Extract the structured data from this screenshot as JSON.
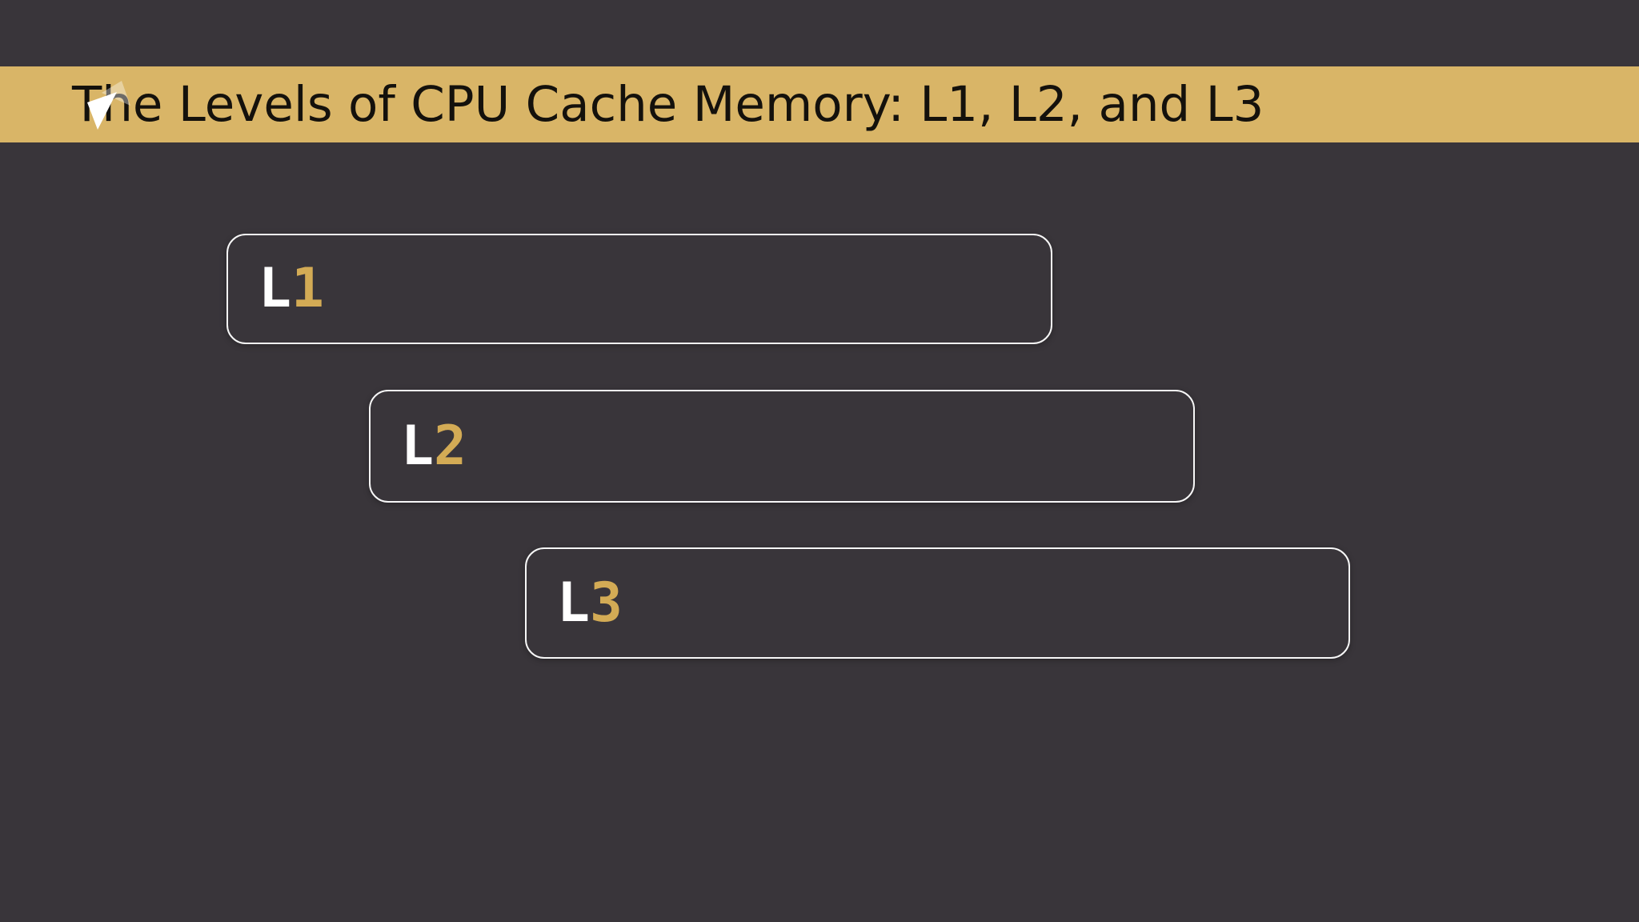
{
  "app": {
    "background_color": "#39353a"
  },
  "title_bar": {
    "text": "The Levels of CPU Cache Memory: L1, L2, and L3",
    "background_color": "#d9b567",
    "text_color": "#14110c"
  },
  "diagram": {
    "boxes": [
      {
        "id": "L1",
        "prefix": "L",
        "number": "1"
      },
      {
        "id": "L2",
        "prefix": "L",
        "number": "2"
      },
      {
        "id": "L3",
        "prefix": "L",
        "number": "3"
      }
    ],
    "border_color": "#f7f7f7",
    "prefix_color": "#ffffff",
    "number_color": "#d3ab55"
  },
  "cursor": {
    "type": "arrow-pointer",
    "color": "#ffffff"
  }
}
